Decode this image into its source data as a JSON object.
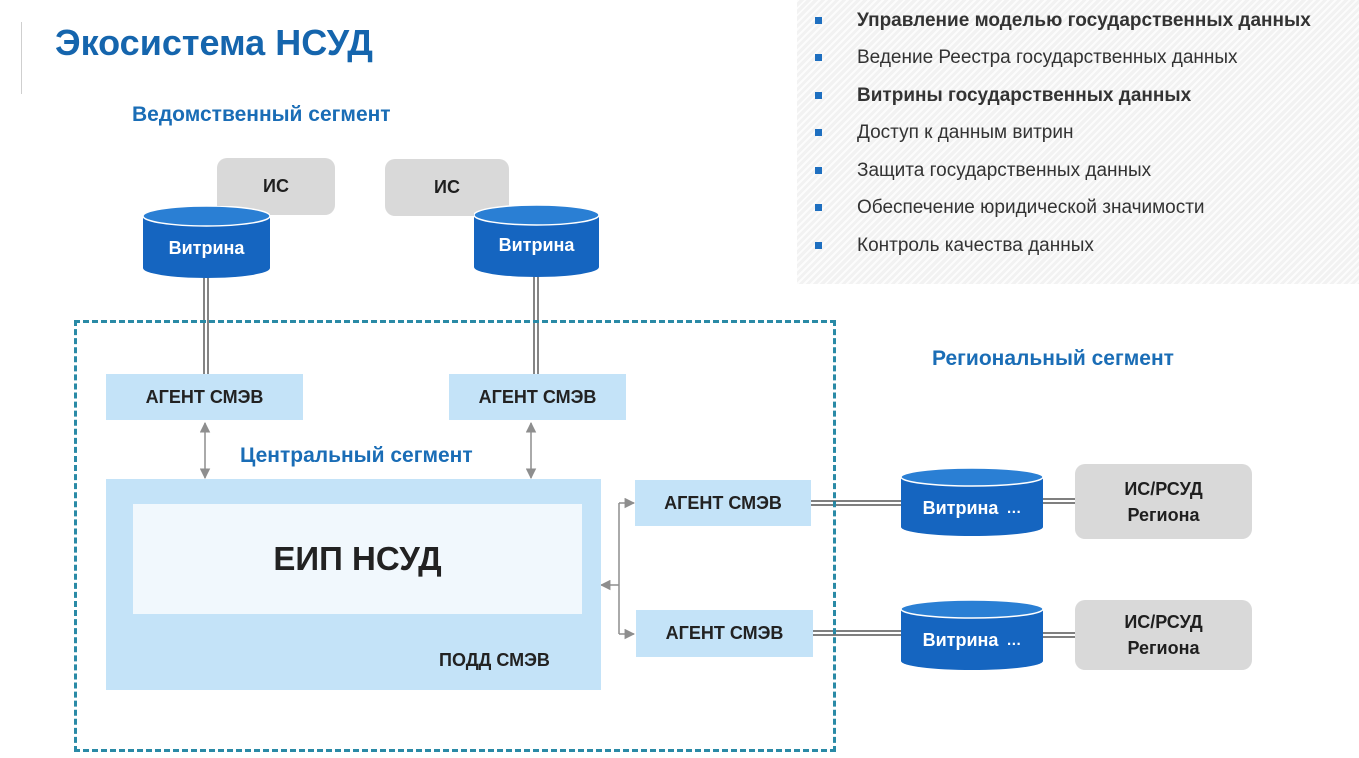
{
  "title": "Экосистема НСУД",
  "segments": {
    "departmental": "Ведомственный сегмент",
    "central": "Центральный сегмент",
    "regional": "Региональный сегмент"
  },
  "departmental": {
    "is_boxes": [
      "ИС",
      "ИС"
    ],
    "vitrinas": [
      "Витрина",
      "Витрина"
    ],
    "agents": [
      "АГЕНТ СМЭВ",
      "АГЕНТ СМЭВ"
    ]
  },
  "central": {
    "eip": "ЕИП НСУД",
    "podd": "ПОДД СМЭВ"
  },
  "regional": {
    "agents": [
      "АГЕНТ СМЭВ",
      "АГЕНТ СМЭВ"
    ],
    "vitrinas": [
      "Витрина",
      "Витрина"
    ],
    "ellipsis": [
      "…",
      "…"
    ],
    "is_boxes": [
      {
        "line1": "ИС/РСУД",
        "line2": "Региона"
      },
      {
        "line1": "ИС/РСУД",
        "line2": "Региона"
      }
    ]
  },
  "functions": {
    "items": [
      "Управление моделью государственных данных",
      "Ведение Реестра государственных данных",
      "Витрины государственных данных",
      "Доступ к данным витрин",
      "Защита государственных данных",
      "Обеспечение юридической значимости",
      "Контроль качества данных"
    ],
    "bold": [
      true,
      false,
      true,
      false,
      false,
      false,
      false
    ]
  },
  "colors": {
    "title": "#1565ad",
    "segment_label": "#1a6db6",
    "cylinder": "#1565c0",
    "cylinder_top": "#2a7fd4",
    "agent_box": "#c4e3f8",
    "central_box": "#c4e3f8",
    "eip_box": "#f1f8fd",
    "gray_box": "#d9d9d9",
    "dashed_border": "#2a8aa6",
    "bullet": "#1e6fc0"
  },
  "icons": {
    "bullet": "square-bullet-icon",
    "database": "cylinder-database-icon",
    "connector": "double-arrow-icon"
  }
}
